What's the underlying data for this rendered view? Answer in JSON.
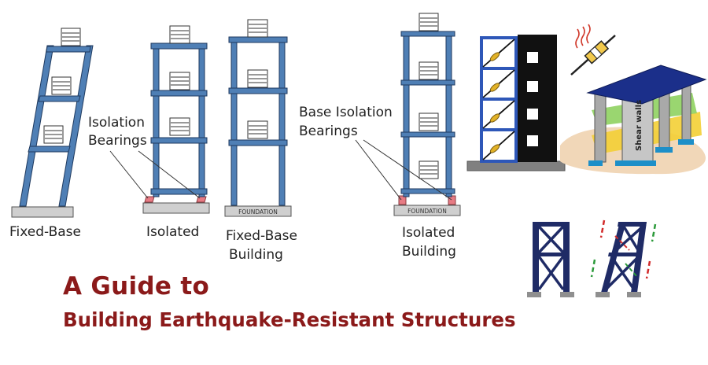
{
  "labels": {
    "fixed_base": "Fixed-Base",
    "isolation_bearings_line1": "Isolation",
    "isolation_bearings_line2": "Bearings",
    "isolated": "Isolated",
    "fixed_base_building_line1": "Fixed-Base",
    "fixed_base_building_line2": "Building",
    "base_isolation_bearings_line1": "Base Isolation",
    "base_isolation_bearings_line2": "Bearings",
    "isolated_building_line1": "Isolated",
    "isolated_building_line2": "Building",
    "foundation": "FOUNDATION",
    "shear_walls": "Shear walls"
  },
  "title": {
    "line1": "A Guide to",
    "line2": "Building Earthquake-Resistant Structures"
  },
  "colors": {
    "frame_blue": "#4f7fb5",
    "frame_outline": "#1f3a5f",
    "title_red": "#8b1a1a",
    "bearing_pink": "#e77b84",
    "brace_navy": "#1f2b66",
    "roof_blue": "#1b2f8a"
  }
}
